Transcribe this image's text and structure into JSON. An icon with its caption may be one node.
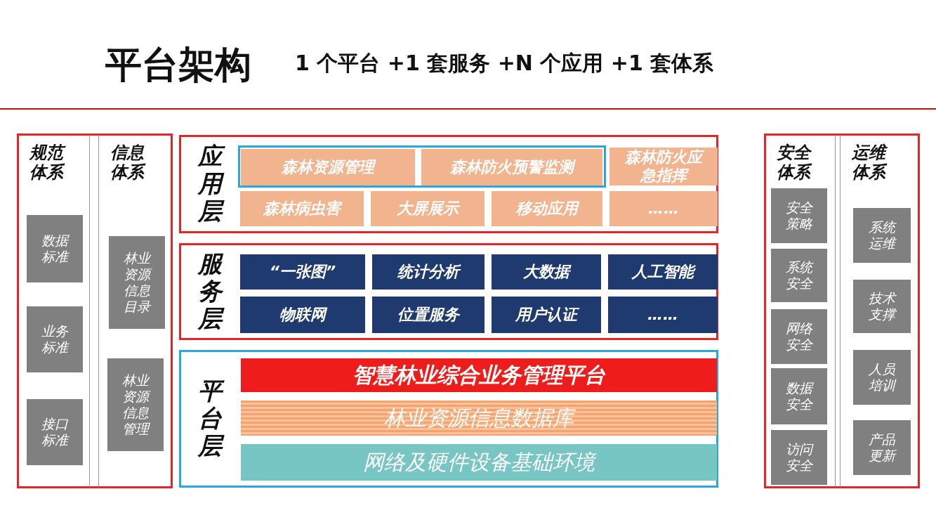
{
  "diagram": {
    "title": "平台架构",
    "nodes": [
      {
        "text": [],
        "shape": "box"
      },
      {
        "text": [
          "规范体系"
        ],
        "in": 0
      },
      {
        "text": [
          "数据标准"
        ],
        "in": 1
      },
      {
        "text": [
          "业务标准"
        ],
        "in": 1
      },
      {
        "text": [
          "接口标准"
        ],
        "in": 1
      },
      {
        "text": [
          "信息体系"
        ],
        "in": 0
      },
      {
        "text": [
          "林业资源信息目录"
        ],
        "in": 5
      },
      {
        "text": [
          "林业资源信息管理"
        ],
        "in": 5
      },
      {
        "text": [
          "应用层"
        ]
      },
      {
        "text": [],
        "shape": "box",
        "in": 8
      },
      {
        "text": [
          "森林资源管理"
        ],
        "in": 9
      },
      {
        "text": [
          "森林防火预警监测"
        ],
        "in": 9
      },
      {
        "text": [
          "森林防火应急指挥"
        ],
        "in": 8
      },
      {
        "text": [
          "森林病虫害"
        ],
        "in": 8
      },
      {
        "text": [
          "大屏展示"
        ],
        "in": 8
      },
      {
        "text": [
          "移动应用"
        ],
        "in": 8
      },
      {
        "text": [
          "……"
        ],
        "in": 8
      },
      {
        "text": [
          "服务层"
        ]
      },
      {
        "text": [
          "“一张图”"
        ],
        "in": 17
      },
      {
        "text": [
          "统计分析"
        ],
        "in": 17
      },
      {
        "text": [
          "大数据"
        ],
        "in": 17
      },
      {
        "text": [
          "人工智能"
        ],
        "in": 17
      },
      {
        "text": [
          "物联网"
        ],
        "in": 17
      },
      {
        "text": [
          "位置服务"
        ],
        "in": 17
      },
      {
        "text": [
          "用户认证"
        ],
        "in": 17
      },
      {
        "text": [
          "……"
        ],
        "in": 17
      },
      {
        "text": [
          "平台层"
        ]
      },
      {
        "text": [
          "智慧林业综合业务管理平台"
        ],
        "in": 26
      },
      {
        "text": [
          "林业资源信息数据库"
        ],
        "in": 26
      },
      {
        "text": [
          "网络及硬件设备基础环境"
        ],
        "in": 26
      },
      {
        "text": [],
        "shape": "box"
      },
      {
        "text": [
          "安全体系"
        ],
        "in": 30
      },
      {
        "text": [
          "安全策略"
        ],
        "in": 31
      },
      {
        "text": [
          "系统安全"
        ],
        "in": 31
      },
      {
        "text": [
          "网络安全"
        ],
        "in": 31
      },
      {
        "text": [
          "数据安全"
        ],
        "in": 31
      },
      {
        "text": [
          "访问安全"
        ],
        "in": 31
      },
      {
        "text": [
          "运维体系"
        ],
        "in": 30
      },
      {
        "text": [
          "系统运维"
        ],
        "in": 37
      },
      {
        "text": [
          "技术支撑"
        ],
        "in": 37
      },
      {
        "text": [
          "人员培训"
        ],
        "in": 37
      },
      {
        "text": [
          "产品更新"
        ],
        "in": 37
      }
    ],
    "labels": [
      "1 个平台 +1 套服务 +N 个应用 +1 套体系"
    ]
  }
}
